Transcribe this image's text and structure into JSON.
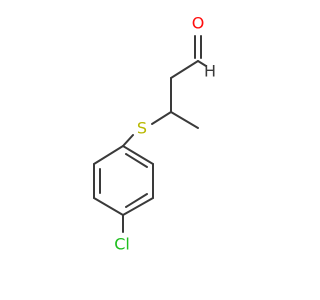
{
  "molecule": {
    "atoms": {
      "oxygen": {
        "label": "O",
        "color": "#ff0d0d"
      },
      "hydrogen": {
        "label": "H",
        "color": "#3a3a3a"
      },
      "sulfur": {
        "label": "S",
        "color": "#b8b800"
      },
      "chlorine": {
        "label": "Cl",
        "color": "#1fbf1f"
      }
    },
    "bond_color": "#3a3a3a"
  }
}
